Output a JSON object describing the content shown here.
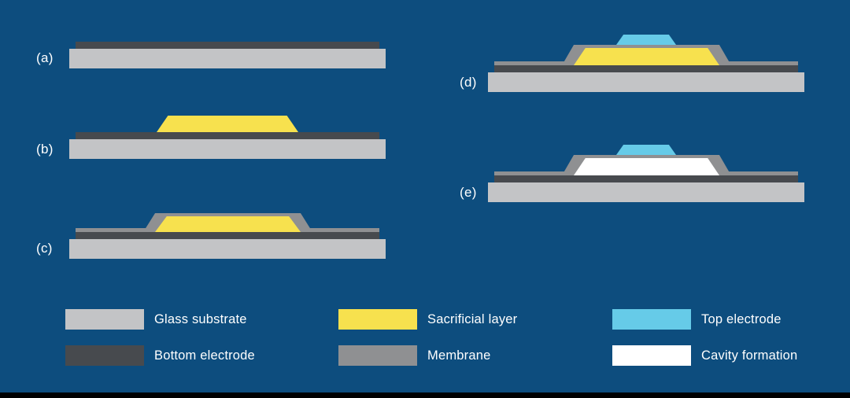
{
  "colors": {
    "bg": "#0d4d7e",
    "glass": "#c3c4c6",
    "bottom-electrode": "#474a4e",
    "membrane": "#8f9092",
    "sacrificial": "#f7e14e",
    "top-electrode": "#66cbe8",
    "cavity": "#ffffff",
    "text": "#ffffff",
    "footer-bar": "#000000"
  },
  "steps": [
    {
      "label": "(a)",
      "layers": [
        "bottom-electrode",
        "glass-substrate"
      ]
    },
    {
      "label": "(b)",
      "layers": [
        "sacrificial-layer",
        "bottom-electrode",
        "glass-substrate"
      ]
    },
    {
      "label": "(c)",
      "layers": [
        "membrane",
        "sacrificial-layer",
        "bottom-electrode",
        "glass-substrate"
      ]
    },
    {
      "label": "(d)",
      "layers": [
        "top-electrode",
        "membrane",
        "sacrificial-layer",
        "bottom-electrode",
        "glass-substrate"
      ]
    },
    {
      "label": "(e)",
      "layers": [
        "top-electrode",
        "membrane",
        "cavity",
        "bottom-electrode",
        "glass-substrate"
      ]
    }
  ],
  "legend": [
    {
      "label": "Glass substrate",
      "swatch": "glass"
    },
    {
      "label": "Sacrificial layer",
      "swatch": "sacrificial"
    },
    {
      "label": "Top electrode",
      "swatch": "top-electrode"
    },
    {
      "label": "Bottom electrode",
      "swatch": "bottom-electrode"
    },
    {
      "label": "Membrane",
      "swatch": "membrane"
    },
    {
      "label": "Cavity formation",
      "swatch": "cavity"
    }
  ]
}
